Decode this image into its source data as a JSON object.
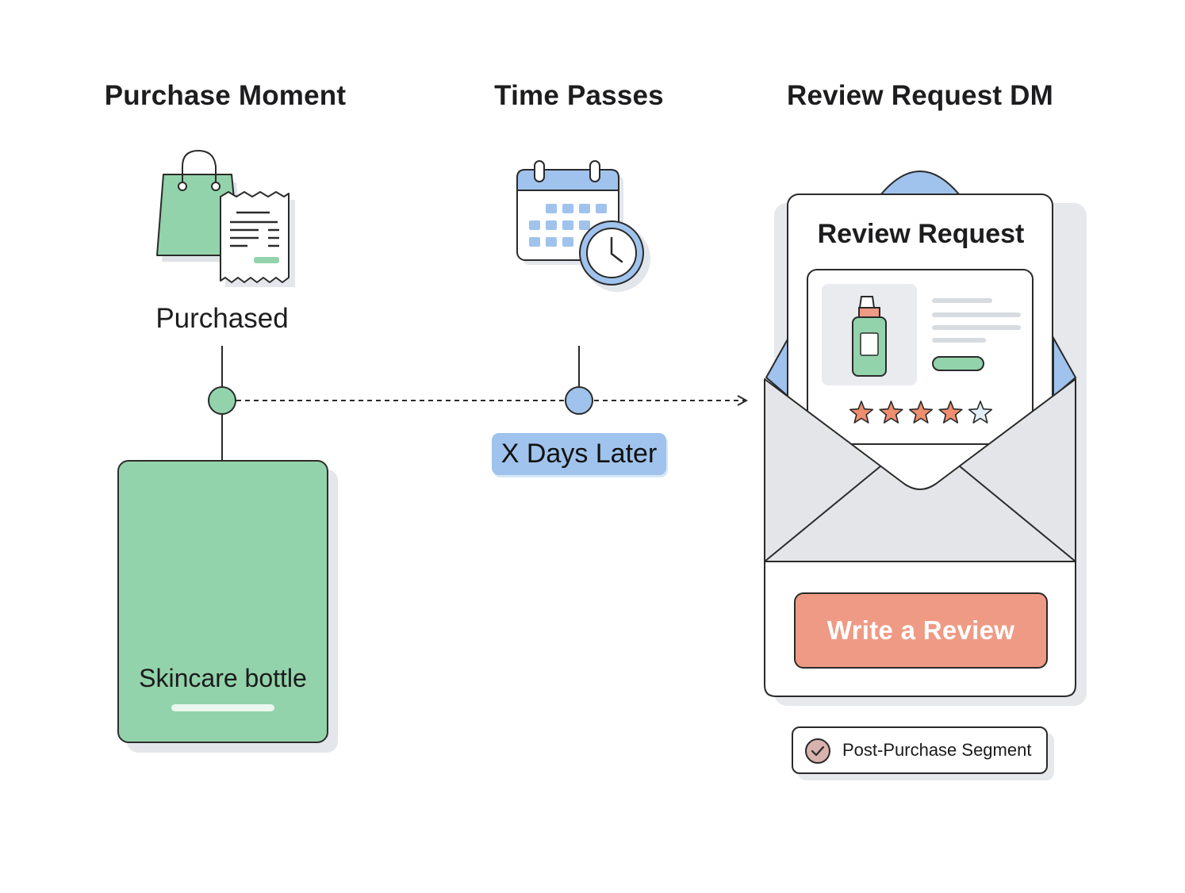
{
  "headings": {
    "purchase": "Purchase Moment",
    "time": "Time Passes",
    "review": "Review Request DM"
  },
  "purchase": {
    "status_label": "Purchased",
    "product_label": "Skincare bottle"
  },
  "time": {
    "delay_label": "X Days Later"
  },
  "review_request": {
    "card_title": "Review Request",
    "rating_stars_filled": 4,
    "rating_stars_total": 5,
    "cta_label": "Write a Review",
    "segment_label": "Post-Purchase Segment"
  },
  "colors": {
    "green": "#93d3ab",
    "blue": "#9fc3ec",
    "coral": "#ef9a84",
    "star": "#ee8e6e",
    "envelope_gray": "#e3e5e9",
    "outline": "#2a2a2a"
  },
  "icons": {
    "purchase": [
      "shopping-bag-icon",
      "receipt-icon"
    ],
    "time": [
      "calendar-icon",
      "clock-icon"
    ],
    "review": [
      "envelope-icon",
      "bottle-icon",
      "star-icon",
      "check-icon"
    ]
  }
}
